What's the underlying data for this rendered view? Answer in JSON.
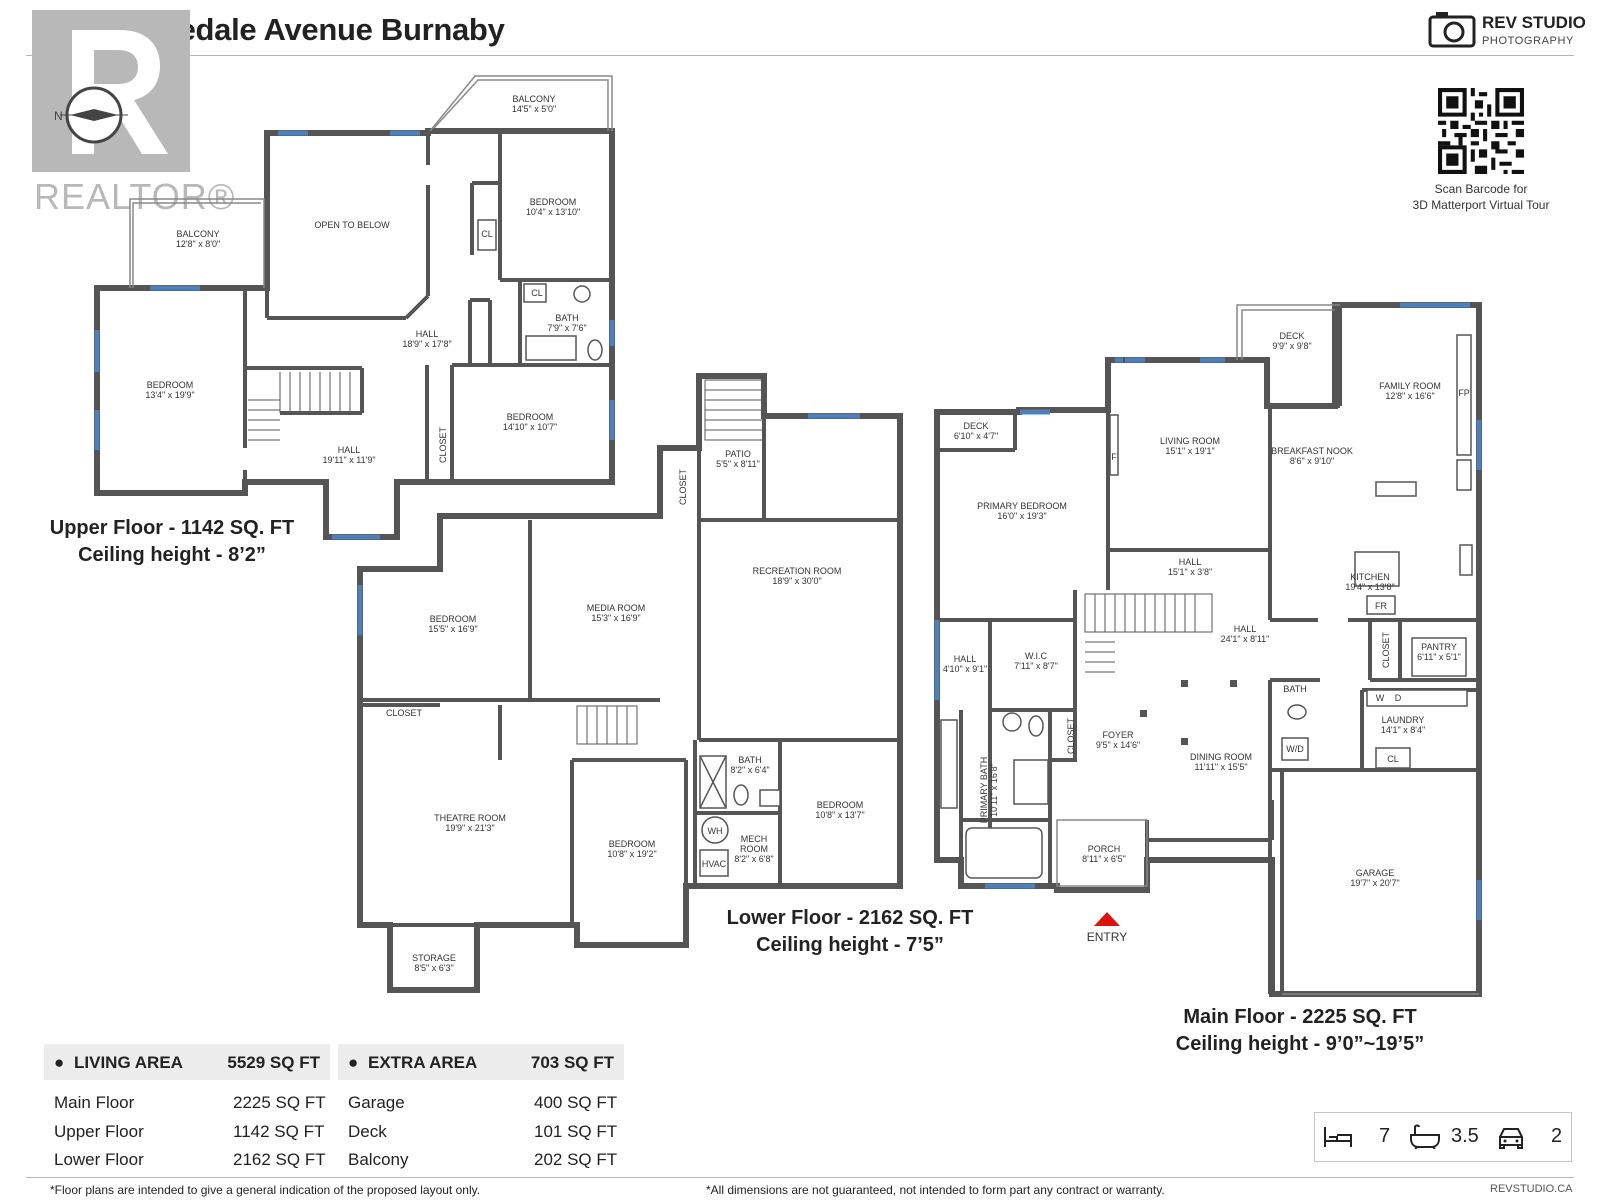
{
  "title": "3556 Lakedale Avenue Burnaby",
  "brand": {
    "name": "REV STUDIO",
    "sub": "PHOTOGRAPHY",
    "watermark": "REALTOR®"
  },
  "qr": {
    "caption_line1": "Scan Barcode for",
    "caption_line2": "3D Matterport Virtual Tour"
  },
  "floors": {
    "upper": {
      "caption_line1": "Upper Floor - 1142 SQ. FT",
      "caption_line2": "Ceiling height - 8’2”"
    },
    "lower": {
      "caption_line1": "Lower Floor - 2162 SQ. FT",
      "caption_line2": "Ceiling height - 7’5”"
    },
    "main": {
      "caption_line1": "Main Floor - 2225 SQ. FT",
      "caption_line2": "Ceiling height - 9’0”~19’5”"
    }
  },
  "rooms": {
    "upper": {
      "balcony_top": [
        "BALCONY",
        "14'5\" x 5'0\""
      ],
      "balcony_left": [
        "BALCONY",
        "12'8\" x 8'0\""
      ],
      "open": [
        "OPEN TO BELOW"
      ],
      "bedroom_ne": [
        "BEDROOM",
        "10'4\" x 13'10\""
      ],
      "bedroom_w": [
        "BEDROOM",
        "13'4\" x 19'9\""
      ],
      "hall_a": [
        "HALL",
        "18'9\" x 17'8\""
      ],
      "bath": [
        "BATH",
        "7'9\" x 7'6\""
      ],
      "bedroom_se": [
        "BEDROOM",
        "14'10\" x 10'7\""
      ],
      "hall_b": [
        "HALL",
        "19'11\" x 11'9\""
      ],
      "cl1": [
        "CL"
      ],
      "cl2": [
        "CL"
      ],
      "closet": [
        "CLOSET"
      ]
    },
    "lower": {
      "patio": [
        "PATIO",
        "5'5\" x 8'11\""
      ],
      "closet_a": [
        "CLOSET"
      ],
      "recreation": [
        "RECREATION ROOM",
        "18'9\" x 30'0\""
      ],
      "bedroom_a": [
        "BEDROOM",
        "15'5\" x 16'9\""
      ],
      "media": [
        "MEDIA ROOM",
        "15'3\" x 16'9\""
      ],
      "closet_b": [
        "CLOSET"
      ],
      "theatre": [
        "THEATRE ROOM",
        "19'9\" x 21'3\""
      ],
      "bedroom_b": [
        "BEDROOM",
        "10'8\" x 19'2\""
      ],
      "bath": [
        "BATH",
        "8'2\" x 6'4\""
      ],
      "mech": [
        "MECH",
        "ROOM",
        "8'2\" x 6'8\""
      ],
      "bedroom_c": [
        "BEDROOM",
        "10'8\" x 13'7\""
      ],
      "storage": [
        "STORAGE",
        "8'5\" x 6'3\""
      ],
      "wh": [
        "WH"
      ],
      "hvac": [
        "HVAC"
      ]
    },
    "main": {
      "deck_a": [
        "DECK",
        "6'10\" x 4'7\""
      ],
      "deck_b": [
        "DECK",
        "9'9\" x 9'8\""
      ],
      "living": [
        "LIVING ROOM",
        "15'1\" x 19'1\""
      ],
      "family": [
        "FAMILY ROOM",
        "12'8\" x 16'6\""
      ],
      "nook": [
        "BREAKFAST NOOK",
        "8'6\" x 9'10\""
      ],
      "primary_bed": [
        "PRIMARY BEDROOM",
        "16'0\" x 19'3\""
      ],
      "hall_a": [
        "HALL",
        "15'1\" x 3'8\""
      ],
      "kitchen": [
        "KITCHEN",
        "19'4\" x 13'8\""
      ],
      "hall_b": [
        "HALL",
        "24'1\" x 8'11\""
      ],
      "hall_c": [
        "HALL",
        "4'10\" x 9'1\""
      ],
      "wic": [
        "W.I.C",
        "7'11\" x 8'7\""
      ],
      "pantry": [
        "PANTRY",
        "6'11\" x 5'1\""
      ],
      "bath": [
        "BATH"
      ],
      "laundry": [
        "LAUNDRY",
        "14'1\" x 8'4\""
      ],
      "foyer": [
        "FOYER",
        "9'5\" x 14'6\""
      ],
      "dining": [
        "DINING ROOM",
        "11'11\" x 15'5\""
      ],
      "primary_bath": [
        "PRIMARY BATH",
        "10'11\" x 16'8\""
      ],
      "porch": [
        "PORCH",
        "8'11\" x 6'5\""
      ],
      "garage": [
        "GARAGE",
        "19'7\" x 20'7\""
      ],
      "closet_a": [
        "CLOSET"
      ],
      "closet_b": [
        "CLOSET"
      ],
      "fr": [
        "FR"
      ],
      "fp": [
        "FP"
      ],
      "f": [
        "F"
      ],
      "wd": [
        "W/D"
      ],
      "cl": [
        "CL"
      ],
      "w": [
        "W"
      ],
      "d": [
        "D"
      ],
      "entry": "ENTRY"
    }
  },
  "living_area": {
    "label": "LIVING AREA",
    "total": "5529 SQ FT",
    "rows": [
      {
        "name": "Main Floor",
        "value": "2225 SQ FT"
      },
      {
        "name": "Upper Floor",
        "value": "1142 SQ FT"
      },
      {
        "name": "Lower Floor",
        "value": "2162 SQ FT"
      }
    ]
  },
  "extra_area": {
    "label": "EXTRA AREA",
    "total": "703 SQ FT",
    "rows": [
      {
        "name": "Garage",
        "value": "400 SQ FT"
      },
      {
        "name": "Deck",
        "value": "101 SQ FT"
      },
      {
        "name": "Balcony",
        "value": "202 SQ FT"
      }
    ]
  },
  "stats": {
    "beds": "7",
    "baths": "3.5",
    "garage": "2",
    "icons": [
      "bed-icon",
      "bathtub-icon",
      "car-icon"
    ]
  },
  "footer": {
    "left": "*Floor plans are intended to give a general indication of the proposed layout only.",
    "middle": "*All dimensions are not guaranteed, not intended to form part any contract or warranty.",
    "right": "REVSTUDIO.CA"
  },
  "colors": {
    "wall": "#555555",
    "window": "#4f7fb8",
    "entry_marker": "#dd1111",
    "table_head": "#ececec"
  }
}
